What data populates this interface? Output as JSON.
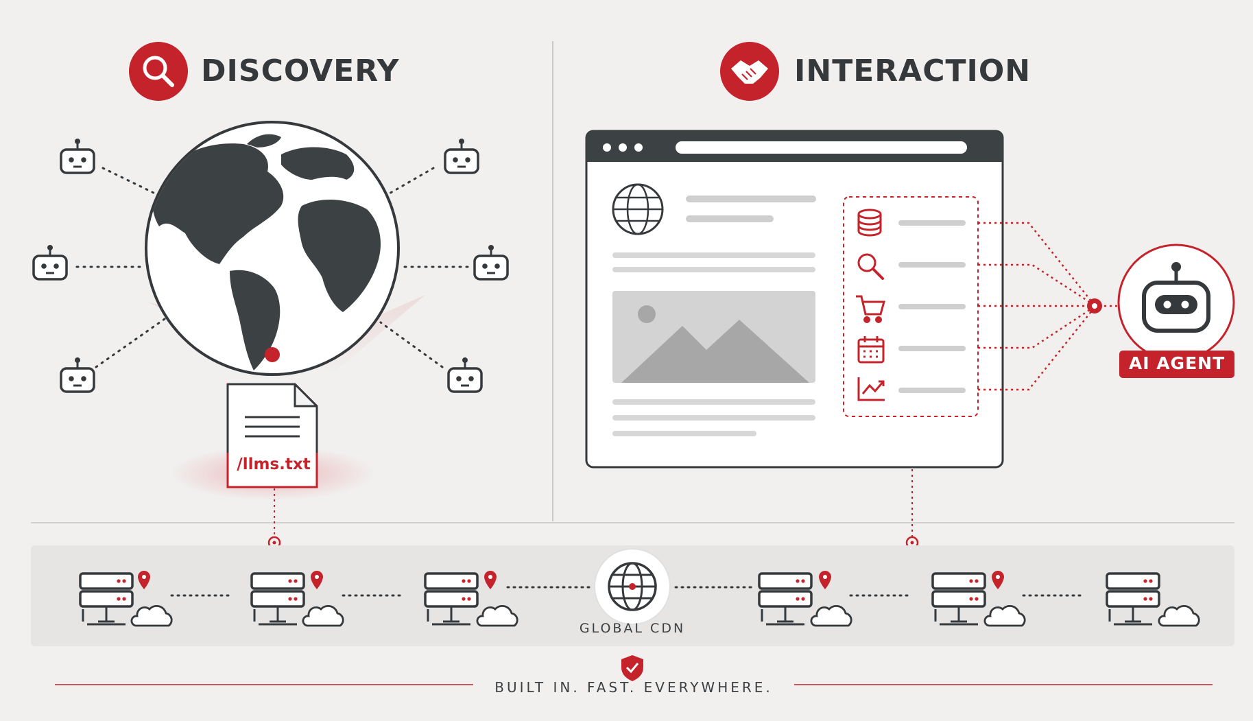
{
  "sections": {
    "discovery": {
      "title": "DISCOVERY",
      "icon": "magnifier-icon"
    },
    "interaction": {
      "title": "INTERACTION",
      "icon": "handshake-icon"
    }
  },
  "discovery": {
    "file_label": "/llms.txt",
    "globe_icon": "world-globe-icon",
    "bot_icon": "robot-head-icon"
  },
  "interaction": {
    "browser_icon": "browser-window-icon",
    "tools": [
      {
        "icon": "database-icon"
      },
      {
        "icon": "search-icon"
      },
      {
        "icon": "shopping-cart-icon"
      },
      {
        "icon": "calendar-icon"
      },
      {
        "icon": "chart-trend-icon"
      }
    ],
    "agent_label": "AI AGENT"
  },
  "cdn": {
    "label": "GLOBAL CDN",
    "node_icon": "server-stack-icon",
    "pin_icon": "map-pin-icon",
    "cloud_icon": "cloud-icon"
  },
  "footer": {
    "tagline": "BUILT IN. FAST. EVERYWHERE.",
    "shield_icon": "shield-check-icon"
  },
  "colors": {
    "accent": "#c4232b",
    "dark": "#35393c",
    "background": "#f1f0ef",
    "grey": "#c8c8c8"
  }
}
